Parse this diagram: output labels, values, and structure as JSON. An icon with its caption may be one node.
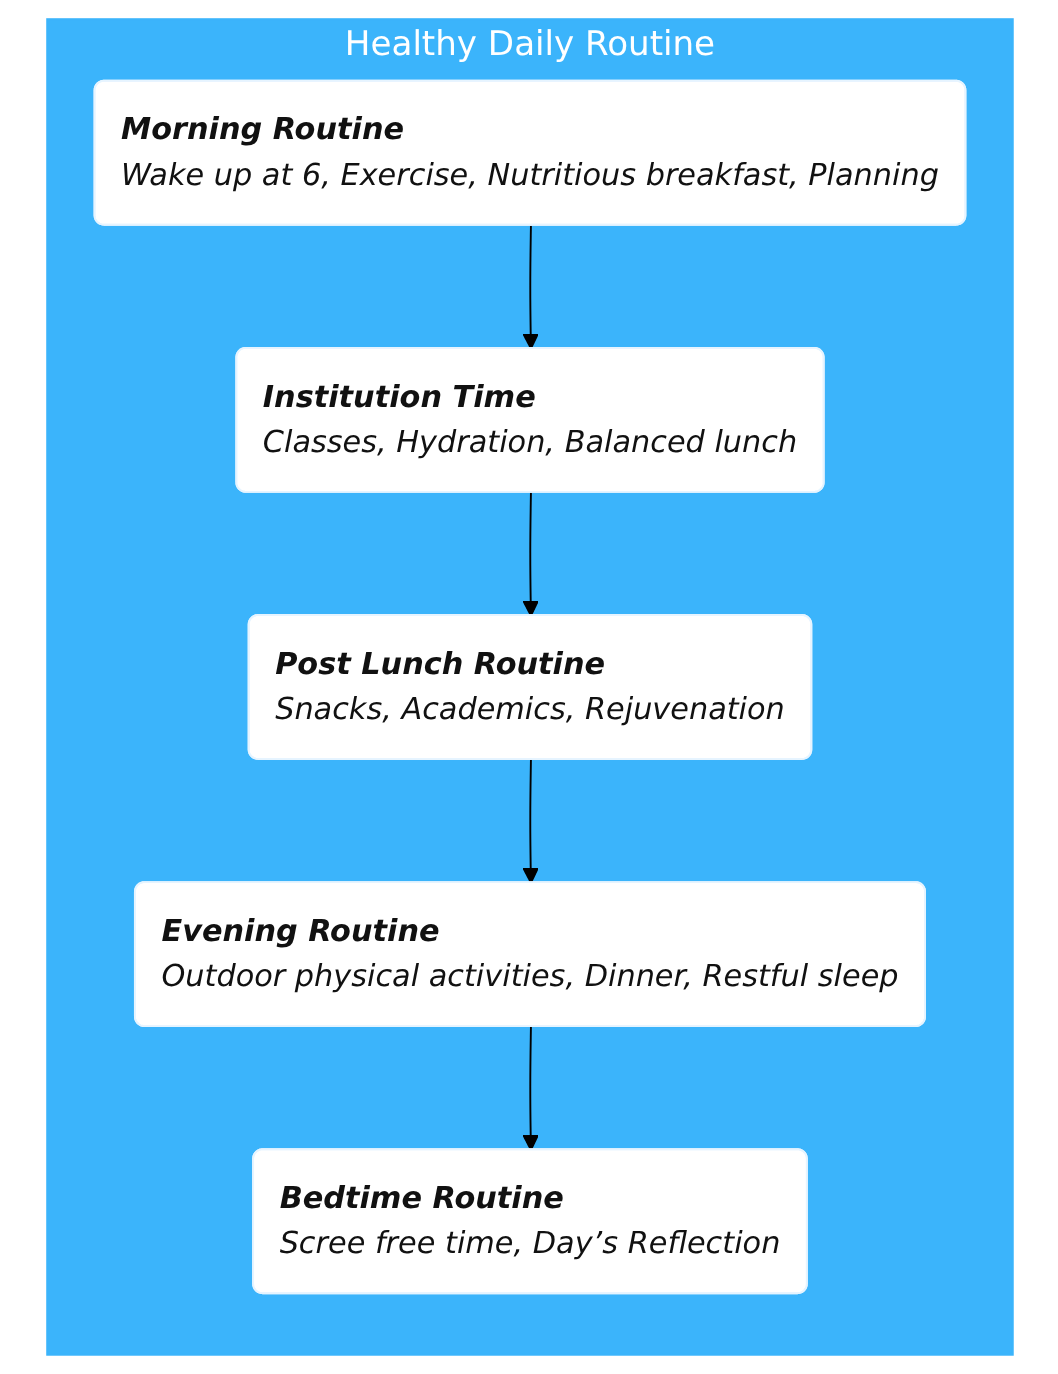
{
  "diagram": {
    "nodes": [
      {
        "text": [
          "Healthy Daily Routine"
        ]
      },
      {
        "text": [
          "Morning Routine",
          "Wake up at 6, Exercise, Nutritious breakfast, Planning"
        ],
        "in": 0
      },
      {
        "text": [
          "Institution Time",
          "Classes, Hydration, Balanced lunch"
        ],
        "in": 0
      },
      {
        "text": [
          "Post Lunch Routine",
          "Snacks, Academics, Rejuvenation"
        ],
        "in": 0
      },
      {
        "text": [
          "Evening Routine",
          "Outdoor physical activities, Dinner, Restful sleep"
        ],
        "in": 0
      },
      {
        "text": [
          "Bedtime Routine",
          "Scree free time, Day’s Reflection"
        ],
        "in": 0
      }
    ],
    "edges": [
      {
        "from": 1,
        "to": 2,
        "arrow": "to"
      },
      {
        "from": 2,
        "to": 3,
        "arrow": "to"
      },
      {
        "from": 3,
        "to": 4,
        "arrow": "to"
      },
      {
        "from": 4,
        "to": 5,
        "arrow": "to"
      }
    ]
  }
}
